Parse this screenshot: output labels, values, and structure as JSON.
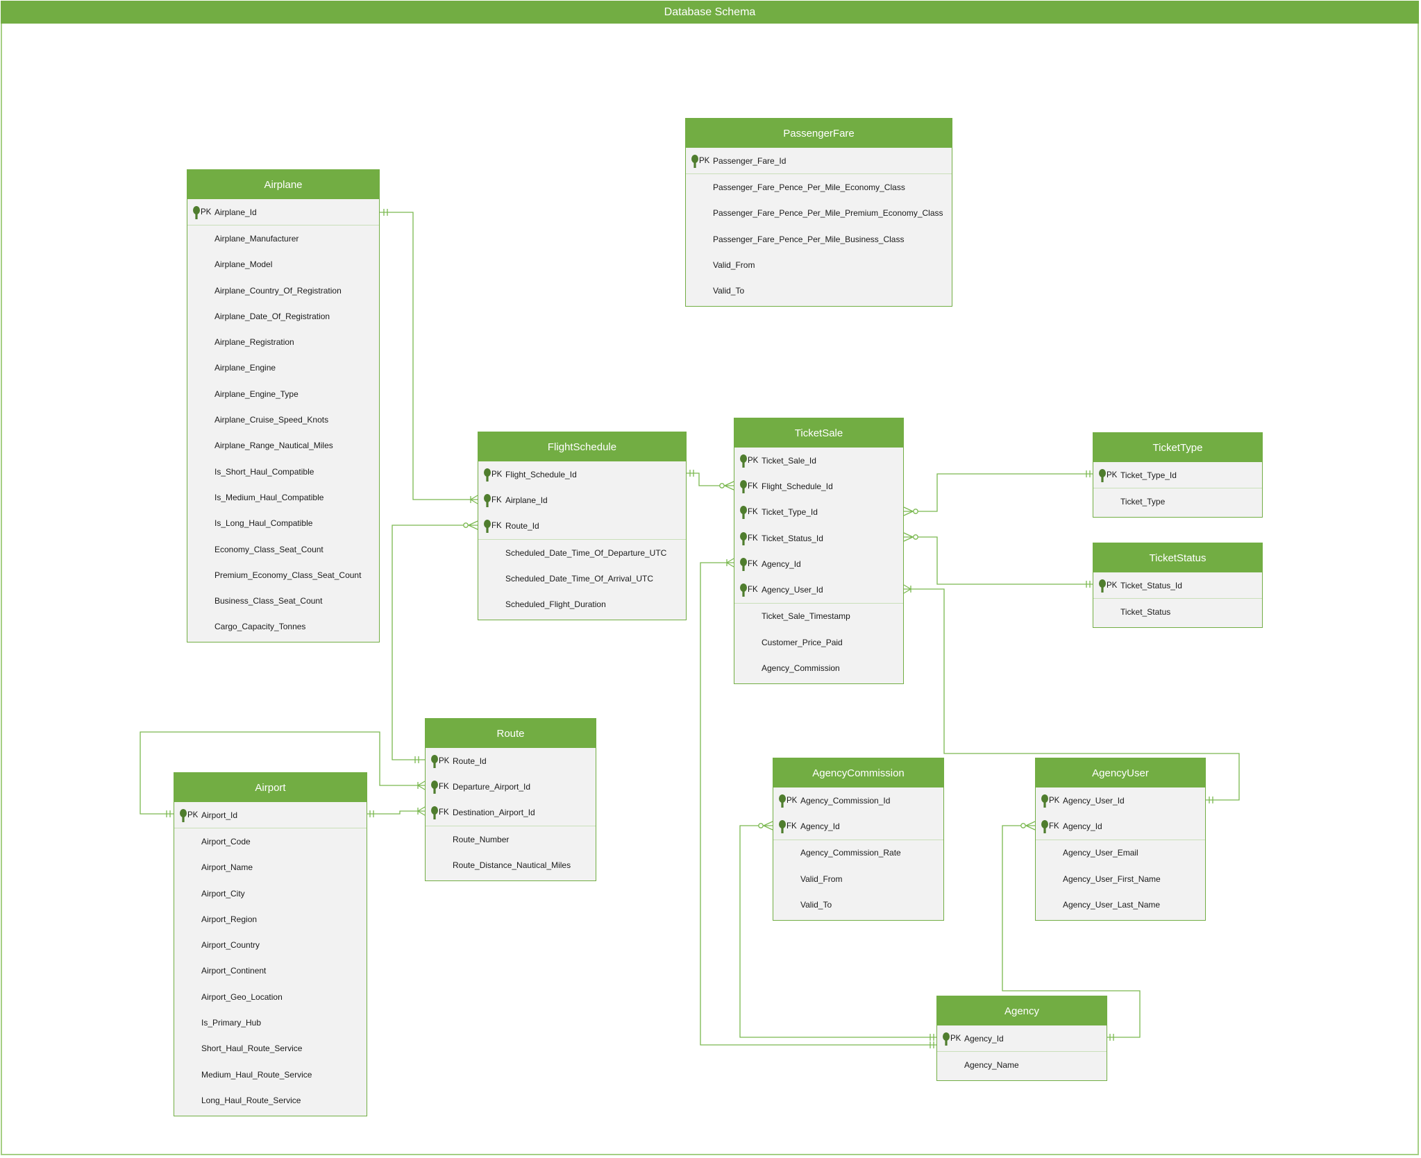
{
  "title": "Database Schema",
  "colors": {
    "accent": "#72ad43",
    "line": "#7ab84f",
    "body": "#f2f2f2"
  },
  "entities": [
    {
      "id": "airplane",
      "name": "Airplane",
      "keys": [
        {
          "kind": "PK",
          "name": "Airplane_Id"
        }
      ],
      "attrs": [
        "Airplane_Manufacturer",
        "Airplane_Model",
        "Airplane_Country_Of_Registration",
        "Airplane_Date_Of_Registration",
        "Airplane_Registration",
        "Airplane_Engine",
        "Airplane_Engine_Type",
        "Airplane_Cruise_Speed_Knots",
        "Airplane_Range_Nautical_Miles",
        "Is_Short_Haul_Compatible",
        "Is_Medium_Haul_Compatible",
        "Is_Long_Haul_Compatible",
        "Economy_Class_Seat_Count",
        "Premium_Economy_Class_Seat_Count",
        "Business_Class_Seat_Count",
        "Cargo_Capacity_Tonnes"
      ]
    },
    {
      "id": "passengerfare",
      "name": "PassengerFare",
      "keys": [
        {
          "kind": "PK",
          "name": "Passenger_Fare_Id"
        }
      ],
      "attrs": [
        "Passenger_Fare_Pence_Per_Mile_Economy_Class",
        "Passenger_Fare_Pence_Per_Mile_Premium_Economy_Class",
        "Passenger_Fare_Pence_Per_Mile_Business_Class",
        "Valid_From",
        "Valid_To"
      ]
    },
    {
      "id": "flightschedule",
      "name": "FlightSchedule",
      "keys": [
        {
          "kind": "PK",
          "name": "Flight_Schedule_Id"
        },
        {
          "kind": "FK",
          "name": "Airplane_Id"
        },
        {
          "kind": "FK",
          "name": "Route_Id"
        }
      ],
      "attrs": [
        "Scheduled_Date_Time_Of_Departure_UTC",
        "Scheduled_Date_Time_Of_Arrival_UTC",
        "Scheduled_Flight_Duration"
      ]
    },
    {
      "id": "ticketsale",
      "name": "TicketSale",
      "keys": [
        {
          "kind": "PK",
          "name": "Ticket_Sale_Id"
        },
        {
          "kind": "FK",
          "name": "Flight_Schedule_Id"
        },
        {
          "kind": "FK",
          "name": "Ticket_Type_Id"
        },
        {
          "kind": "FK",
          "name": "Ticket_Status_Id"
        },
        {
          "kind": "FK",
          "name": "Agency_Id"
        },
        {
          "kind": "FK",
          "name": "Agency_User_Id"
        }
      ],
      "attrs": [
        "Ticket_Sale_Timestamp",
        "Customer_Price_Paid",
        "Agency_Commission"
      ]
    },
    {
      "id": "tickettype",
      "name": "TicketType",
      "keys": [
        {
          "kind": "PK",
          "name": "Ticket_Type_Id"
        }
      ],
      "attrs": [
        "Ticket_Type"
      ]
    },
    {
      "id": "ticketstatus",
      "name": "TicketStatus",
      "keys": [
        {
          "kind": "PK",
          "name": "Ticket_Status_Id"
        }
      ],
      "attrs": [
        "Ticket_Status"
      ]
    },
    {
      "id": "route",
      "name": "Route",
      "keys": [
        {
          "kind": "PK",
          "name": "Route_Id"
        },
        {
          "kind": "FK",
          "name": "Departure_Airport_Id"
        },
        {
          "kind": "FK",
          "name": "Destination_Airport_Id"
        }
      ],
      "attrs": [
        "Route_Number",
        "Route_Distance_Nautical_Miles"
      ]
    },
    {
      "id": "airport",
      "name": "Airport",
      "keys": [
        {
          "kind": "PK",
          "name": "Airport_Id"
        }
      ],
      "attrs": [
        "Airport_Code",
        "Airport_Name",
        "Airport_City",
        "Airport_Region",
        "Airport_Country",
        "Airport_Continent",
        "Airport_Geo_Location",
        "Is_Primary_Hub",
        "Short_Haul_Route_Service",
        "Medium_Haul_Route_Service",
        "Long_Haul_Route_Service"
      ]
    },
    {
      "id": "agencycommission",
      "name": "AgencyCommission",
      "keys": [
        {
          "kind": "PK",
          "name": "Agency_Commission_Id"
        },
        {
          "kind": "FK",
          "name": "Agency_Id"
        }
      ],
      "attrs": [
        "Agency_Commission_Rate",
        "Valid_From",
        "Valid_To"
      ]
    },
    {
      "id": "agencyuser",
      "name": "AgencyUser",
      "keys": [
        {
          "kind": "PK",
          "name": "Agency_User_Id"
        },
        {
          "kind": "FK",
          "name": "Agency_Id"
        }
      ],
      "attrs": [
        "Agency_User_Email",
        "Agency_User_First_Name",
        "Agency_User_Last_Name"
      ]
    },
    {
      "id": "agency",
      "name": "Agency",
      "keys": [
        {
          "kind": "PK",
          "name": "Agency_Id"
        }
      ],
      "attrs": [
        "Agency_Name"
      ]
    }
  ],
  "relationships": [
    {
      "from": "airplane.Airplane_Id",
      "to": "flightschedule.Airplane_Id",
      "from_card": "one",
      "to_card": "one-or-many"
    },
    {
      "from": "route.Route_Id",
      "to": "flightschedule.Route_Id",
      "from_card": "one",
      "to_card": "zero-or-many"
    },
    {
      "from": "flightschedule.Flight_Schedule_Id",
      "to": "ticketsale.Flight_Schedule_Id",
      "from_card": "one",
      "to_card": "zero-or-many"
    },
    {
      "from": "tickettype.Ticket_Type_Id",
      "to": "ticketsale.Ticket_Type_Id",
      "from_card": "one",
      "to_card": "zero-or-many"
    },
    {
      "from": "ticketstatus.Ticket_Status_Id",
      "to": "ticketsale.Ticket_Status_Id",
      "from_card": "one",
      "to_card": "zero-or-many"
    },
    {
      "from": "agency.Agency_Id",
      "to": "ticketsale.Agency_Id",
      "from_card": "one",
      "to_card": "one-or-many"
    },
    {
      "from": "agencyuser.Agency_User_Id",
      "to": "ticketsale.Agency_User_Id",
      "from_card": "one",
      "to_card": "one-or-many"
    },
    {
      "from": "airport.Airport_Id",
      "to": "route.Departure_Airport_Id",
      "from_card": "one",
      "to_card": "one-or-many"
    },
    {
      "from": "airport.Airport_Id",
      "to": "route.Destination_Airport_Id",
      "from_card": "one",
      "to_card": "one-or-many"
    },
    {
      "from": "agency.Agency_Id",
      "to": "agencycommission.Agency_Id",
      "from_card": "one",
      "to_card": "zero-or-many"
    },
    {
      "from": "agency.Agency_Id",
      "to": "agencyuser.Agency_Id",
      "from_card": "one",
      "to_card": "zero-or-many"
    }
  ]
}
